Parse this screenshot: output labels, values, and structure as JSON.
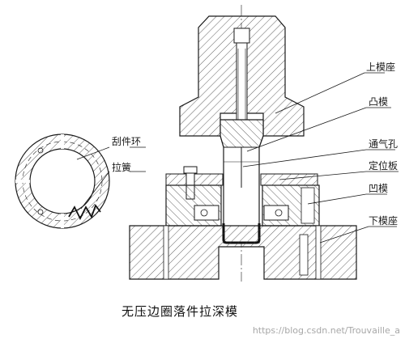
{
  "diagram": {
    "labels": {
      "upper_die_base": "上模座",
      "punch": "凸模",
      "vent_hole": "通气孔",
      "locating_plate": "定位板",
      "die": "凹模",
      "lower_die_base": "下模座",
      "scraper_ring": "刮件环",
      "tension_spring": "拉簧"
    },
    "caption": "无压边圈落件拉深模",
    "watermark": "https://blog.csdn.net/Trouvaille_a",
    "colors": {
      "line": "#1a1a1a",
      "hatch": "#3a3a3a",
      "background": "#ffffff"
    }
  }
}
